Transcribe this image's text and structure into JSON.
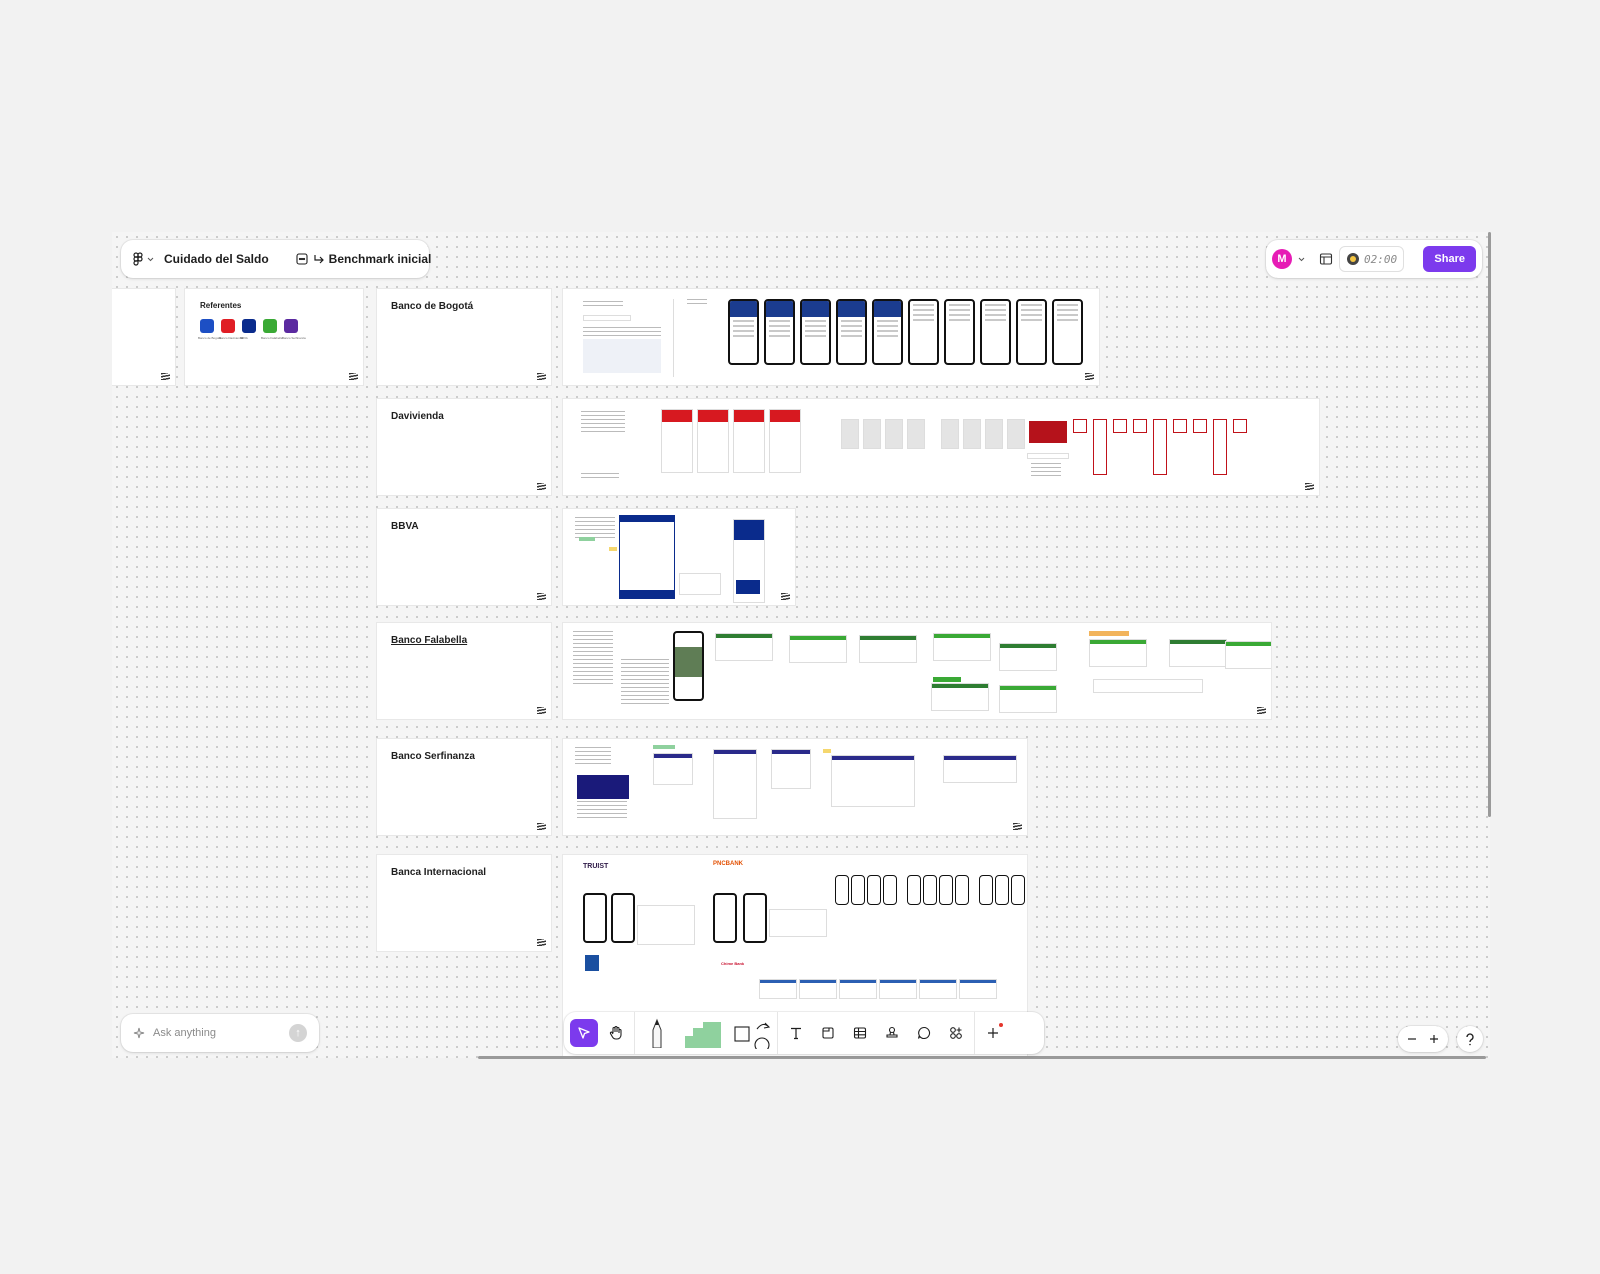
{
  "file": {
    "title": "Cuidado del Saldo",
    "page": "Benchmark inicial"
  },
  "header_right": {
    "avatar_initial": "M",
    "timer": "02:00",
    "share_label": "Share"
  },
  "referentes": {
    "title": "Referentes",
    "logos": [
      {
        "name": "Banco de Bogotá",
        "color": "#1d4fc4"
      },
      {
        "name": "Banco Davivienda",
        "color": "#e01e25"
      },
      {
        "name": "BBVA",
        "color": "#0a2b8c"
      },
      {
        "name": "Banco Falabella",
        "color": "#3aa935"
      },
      {
        "name": "Banco Serfinanza",
        "color": "#5b2aa0"
      }
    ]
  },
  "rows": [
    {
      "label": "Banco de Bogotá"
    },
    {
      "label": "Davivienda"
    },
    {
      "label": "BBVA"
    },
    {
      "label": "Banco Falabella"
    },
    {
      "label": "Banco Serfinanza"
    },
    {
      "label": "Banca Internacional"
    }
  ],
  "intl_brands": {
    "truist": "TRUIST",
    "pnc": "PNCBANK",
    "chime": "Chime Bank"
  },
  "ask": {
    "placeholder": "Ask anything"
  },
  "icons": {
    "app_menu": "figma-logo-icon",
    "page": "page-icon",
    "layout": "layout-icon",
    "tools": [
      "move-icon",
      "hand-icon",
      "pen-icon",
      "sticky-note-icon",
      "shape-icon",
      "connector-icon",
      "text-icon",
      "section-icon",
      "table-icon",
      "stamp-icon",
      "comment-icon",
      "widgets-icon",
      "add-icon"
    ]
  },
  "colors": {
    "accent": "#7c3aed",
    "avatar": "#e61cb5",
    "sticky": "#8fd19e"
  }
}
